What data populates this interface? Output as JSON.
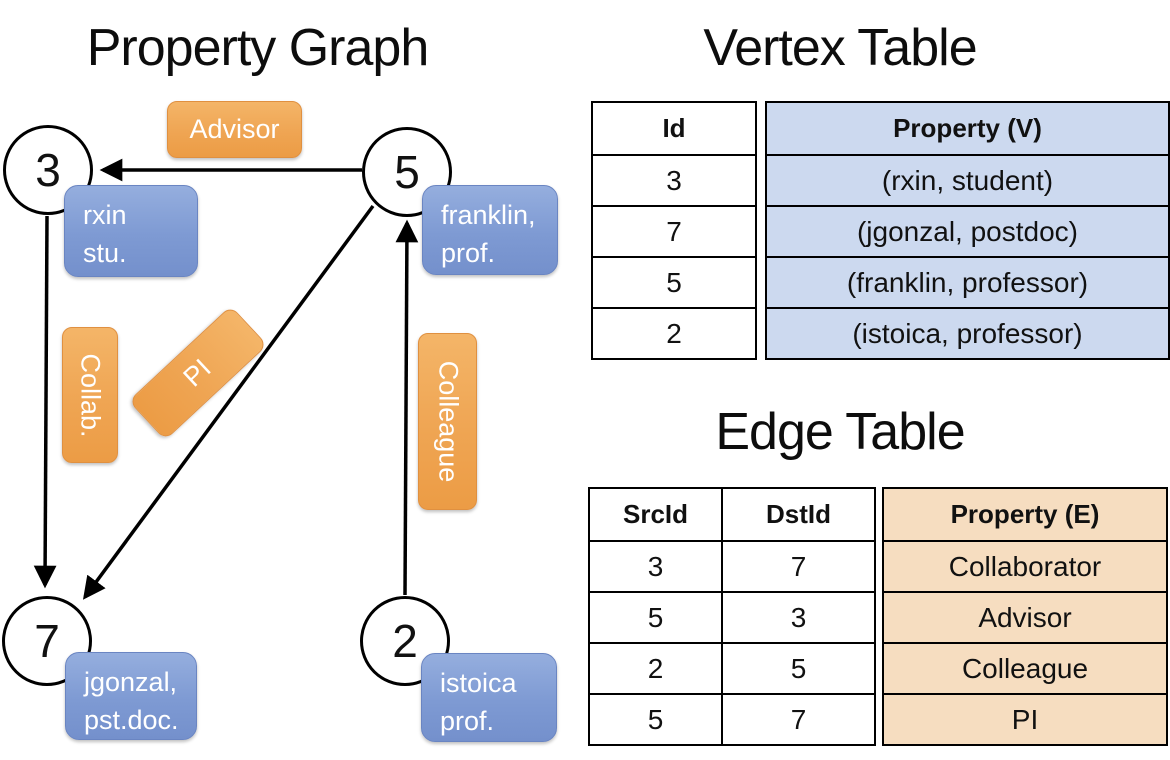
{
  "colors": {
    "vertex_box_fill": "#7e9ad3",
    "edge_label_fill": "#efa553",
    "vertex_table_fill": "#ccd9ef",
    "edge_table_fill": "#f6ddc0",
    "line_color": "#000000"
  },
  "graph": {
    "title": "Property Graph",
    "vertices": [
      {
        "id": "3",
        "label": "rxin\nstu."
      },
      {
        "id": "5",
        "label": "franklin,\nprof."
      },
      {
        "id": "7",
        "label": "jgonzal,\npst.doc."
      },
      {
        "id": "2",
        "label": "istoica\nprof."
      }
    ],
    "edge_labels": {
      "advisor": "Advisor",
      "collab": "Collab.",
      "pi": "PI",
      "colleague": "Colleague"
    }
  },
  "vertex_table": {
    "title": "Vertex Table",
    "headers": {
      "id": "Id",
      "property": "Property (V)"
    },
    "rows": [
      {
        "id": "3",
        "property": "(rxin, student)"
      },
      {
        "id": "7",
        "property": "(jgonzal, postdoc)"
      },
      {
        "id": "5",
        "property": "(franklin, professor)"
      },
      {
        "id": "2",
        "property": "(istoica, professor)"
      }
    ]
  },
  "edge_table": {
    "title": "Edge Table",
    "headers": {
      "src": "SrcId",
      "dst": "DstId",
      "property": "Property (E)"
    },
    "rows": [
      {
        "src": "3",
        "dst": "7",
        "property": "Collaborator"
      },
      {
        "src": "5",
        "dst": "3",
        "property": "Advisor"
      },
      {
        "src": "2",
        "dst": "5",
        "property": "Colleague"
      },
      {
        "src": "5",
        "dst": "7",
        "property": "PI"
      }
    ]
  }
}
